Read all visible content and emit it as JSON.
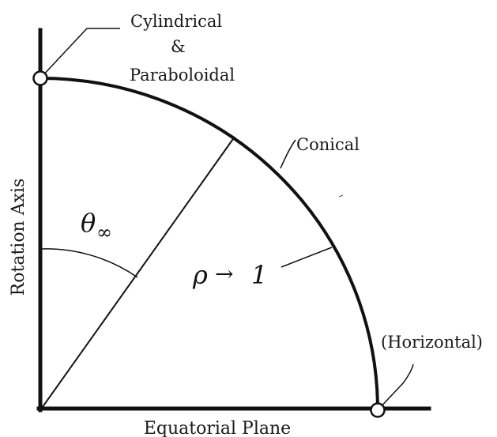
{
  "axes": {
    "vertical_label": "Rotation Axis",
    "horizontal_label": "Equatorial Plane"
  },
  "labels": {
    "cylindrical": "Cylindrical",
    "ampersand": "&",
    "paraboloidal": "Paraboloidal",
    "conical": "Conical",
    "horizontal": "(Horizontal)"
  },
  "math": {
    "theta_symbol": "θ",
    "theta_subscript": "∞",
    "rho_symbol": "ρ",
    "arrow": "→",
    "one": "1"
  },
  "colors": {
    "ink": "#111111",
    "background": "#ffffff"
  }
}
